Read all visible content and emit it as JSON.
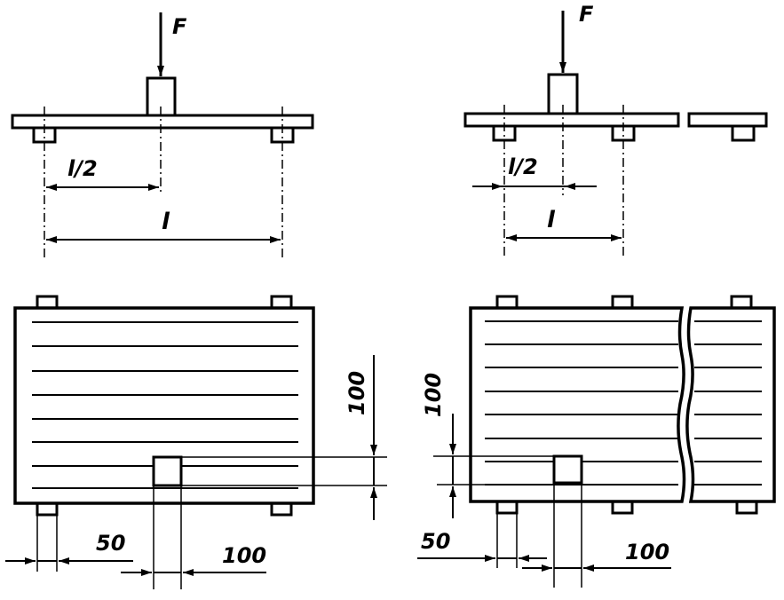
{
  "labels": {
    "force": "F",
    "half_span": "l/2",
    "span": "l",
    "dim_100": "100",
    "dim_50": "50"
  },
  "colors": {
    "ink": "#000000",
    "paper": "#ffffff"
  }
}
